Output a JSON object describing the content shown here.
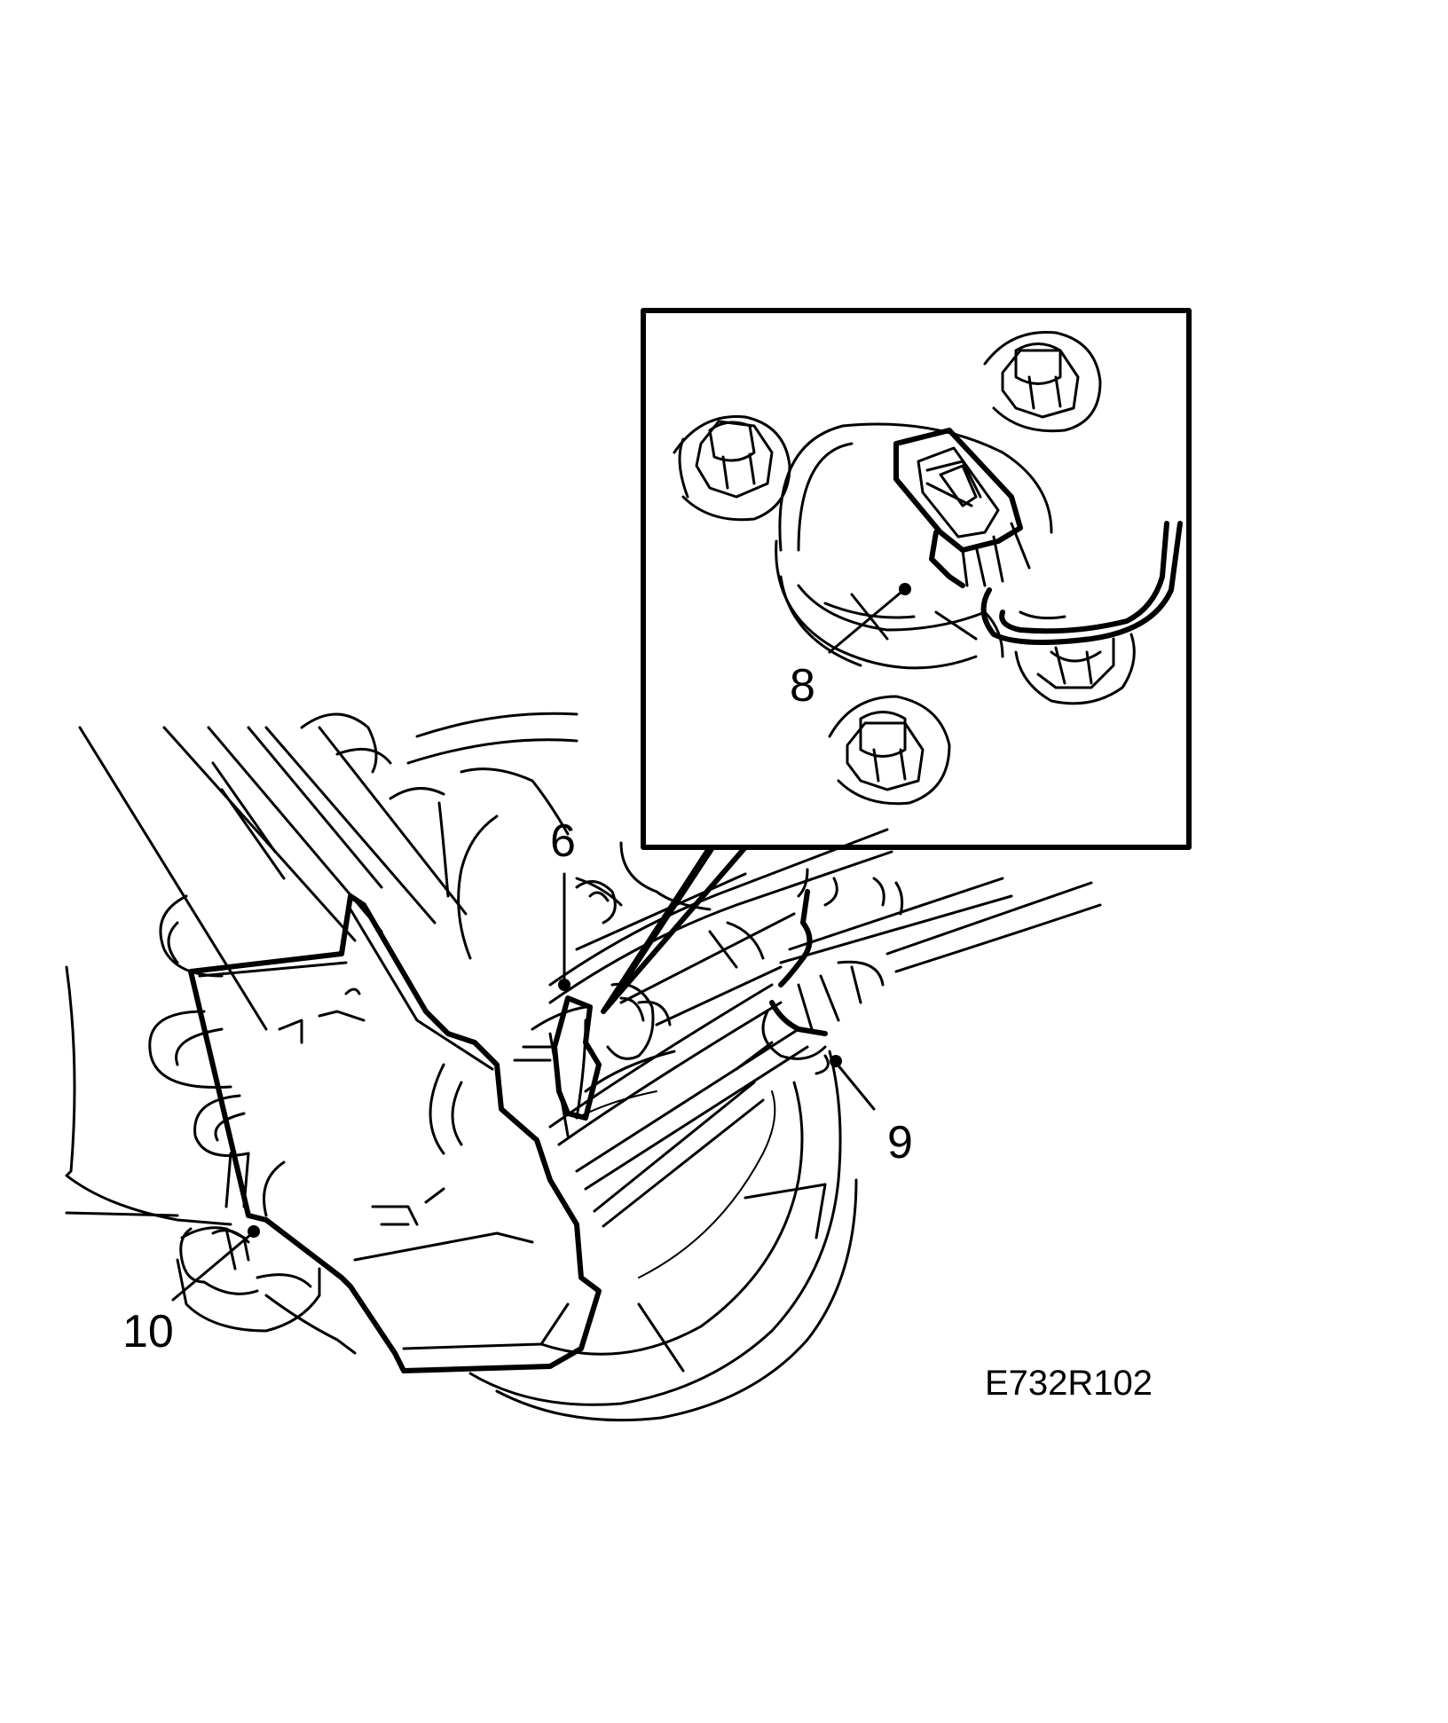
{
  "callouts": {
    "c6": "6",
    "c8": "8",
    "c9": "9",
    "c10": "10"
  },
  "figure_ref": "E732R102"
}
